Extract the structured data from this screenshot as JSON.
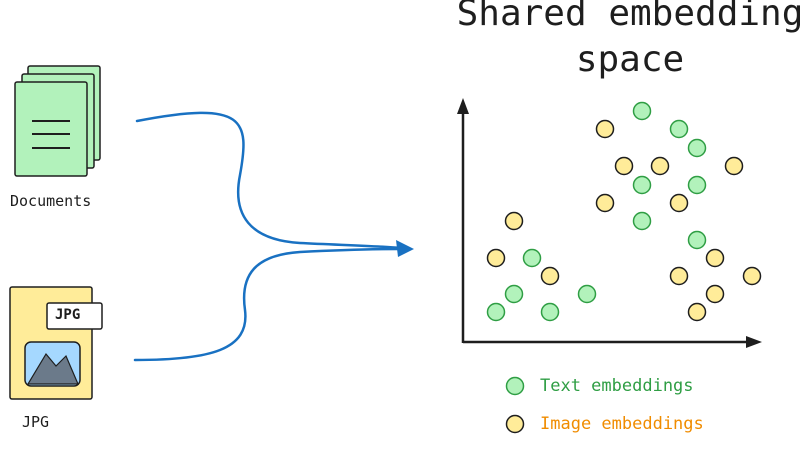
{
  "title": {
    "line1": "Shared embedding",
    "line2": "space"
  },
  "inputs": {
    "documents_label": "Documents",
    "image_label": "JPG",
    "image_badge": "JPG"
  },
  "legend": {
    "text_label": "Text embeddings",
    "image_label": "Image embeddings"
  },
  "colors": {
    "text_fill": "#b2f2bb",
    "text_stroke": "#2f9e44",
    "text_label": "#2f9e44",
    "image_fill": "#ffec99",
    "image_stroke": "#1e1e1e",
    "image_label": "#f08c00",
    "arrow": "#1971c2",
    "doc_fill": "#b2f2bb",
    "jpg_fill": "#ffec99"
  },
  "icons": [
    "documents-icon",
    "jpg-file-icon",
    "image-picture-icon"
  ]
}
